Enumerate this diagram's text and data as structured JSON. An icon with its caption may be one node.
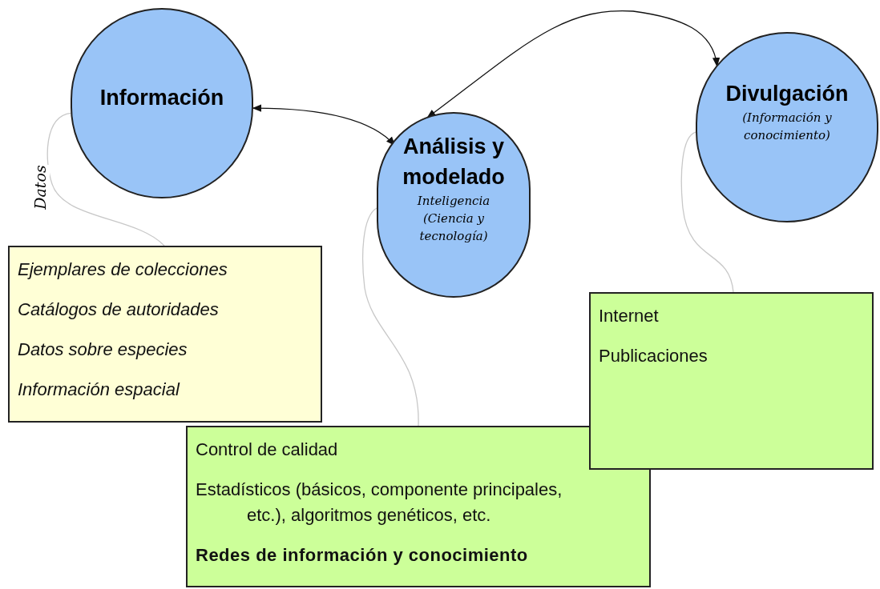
{
  "diagram": {
    "nodes": [
      {
        "text": [
          "Información"
        ]
      },
      {
        "text": [
          "Análisis y modelado",
          "Inteligencia (Ciencia y tecnología)"
        ]
      },
      {
        "text": [
          "Divulgación",
          "(Información y conocimiento)"
        ]
      },
      {
        "text": [
          "Ejemplares de colecciones",
          "Catálogos de autoridades",
          "Datos sobre especies",
          "Información espacial"
        ]
      },
      {
        "text": [
          "Control de calidad",
          "Estadísticos (básicos, componente principales, etc.), algoritmos genéticos, etc.",
          "Redes de información y conocimiento"
        ]
      },
      {
        "text": [
          "Internet",
          "Publicaciones"
        ]
      }
    ],
    "edges": [
      {
        "from": 0,
        "to": 1,
        "arrow": "both",
        "color": "#111111"
      },
      {
        "from": 1,
        "to": 2,
        "arrow": "both",
        "color": "#111111"
      },
      {
        "from": 0,
        "to": 3,
        "arrow": "none",
        "label": "Datos",
        "color": "#c8c8c8"
      },
      {
        "from": 1,
        "to": 4,
        "arrow": "none",
        "color": "#c8c8c8"
      },
      {
        "from": 2,
        "to": 5,
        "arrow": "none",
        "color": "#c8c8c8"
      }
    ]
  }
}
